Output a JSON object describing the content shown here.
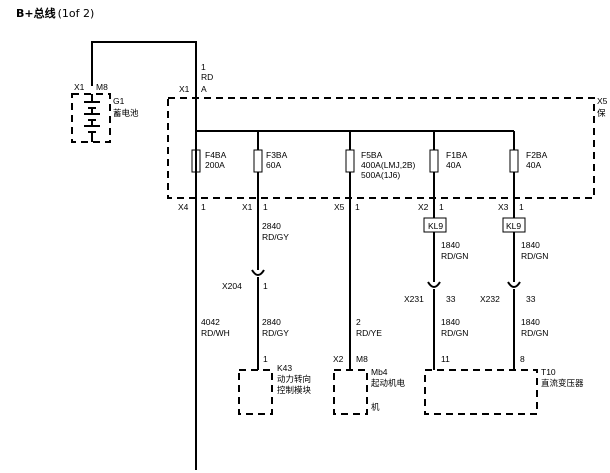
{
  "header": {
    "title": "B+总线",
    "page": "(1of 2)"
  },
  "battery": {
    "connector": "X1",
    "pin": "M8",
    "ref": "G1",
    "name": "蓄电池"
  },
  "main_wire": {
    "pin": "1",
    "color": "RD",
    "connector": "X1",
    "terminal": "A"
  },
  "fuse_block": {
    "connector": "X5",
    "name_partial": "保"
  },
  "fuses": [
    {
      "ref": "F4BA",
      "rating": "200A",
      "out_conn": "X4",
      "out_pin": "1"
    },
    {
      "ref": "F3BA",
      "rating": "60A",
      "out_conn": "X1",
      "out_pin": "1"
    },
    {
      "ref": "F5BA",
      "rating": "400A",
      "note1": "(LMJ,2B)",
      "rating2": "500A",
      "note2": "(1J6)",
      "out_conn": "X5",
      "out_pin": "1"
    },
    {
      "ref": "F1BA",
      "rating": "40A",
      "out_conn": "X2",
      "out_pin": "1"
    },
    {
      "ref": "F2BA",
      "rating": "40A",
      "out_conn": "X3",
      "out_pin": "1"
    }
  ],
  "kl9_label": "KL9",
  "wires": {
    "w2840_top": {
      "circuit": "2840",
      "color": "RD/GY"
    },
    "w1840_a_top": {
      "circuit": "1840",
      "color": "RD/GN"
    },
    "w1840_b_top": {
      "circuit": "1840",
      "color": "RD/GN"
    },
    "w4042": {
      "circuit": "4042",
      "color": "RD/WH"
    },
    "w2840_bot": {
      "circuit": "2840",
      "color": "RD/GY"
    },
    "w2": {
      "circuit": "2",
      "color": "RD/YE"
    },
    "w1840_a_bot": {
      "circuit": "1840",
      "color": "RD/GN"
    },
    "w1840_b_bot": {
      "circuit": "1840",
      "color": "RD/GN"
    }
  },
  "splices": [
    {
      "ref": "X204",
      "pin": "1"
    },
    {
      "ref": "X231",
      "pin": "33"
    },
    {
      "ref": "X232",
      "pin": "33"
    }
  ],
  "components": {
    "k43": {
      "pin": "1",
      "ref": "K43",
      "name1": "动力转向",
      "name2": "控制模块"
    },
    "mb4": {
      "conn": "X2",
      "pin": "M8",
      "ref": "Mb4",
      "name1": "起动机电",
      "name2": "机"
    },
    "t10": {
      "pin_left": "11",
      "pin_right": "8",
      "ref": "T10",
      "name": "直流变压器"
    }
  }
}
